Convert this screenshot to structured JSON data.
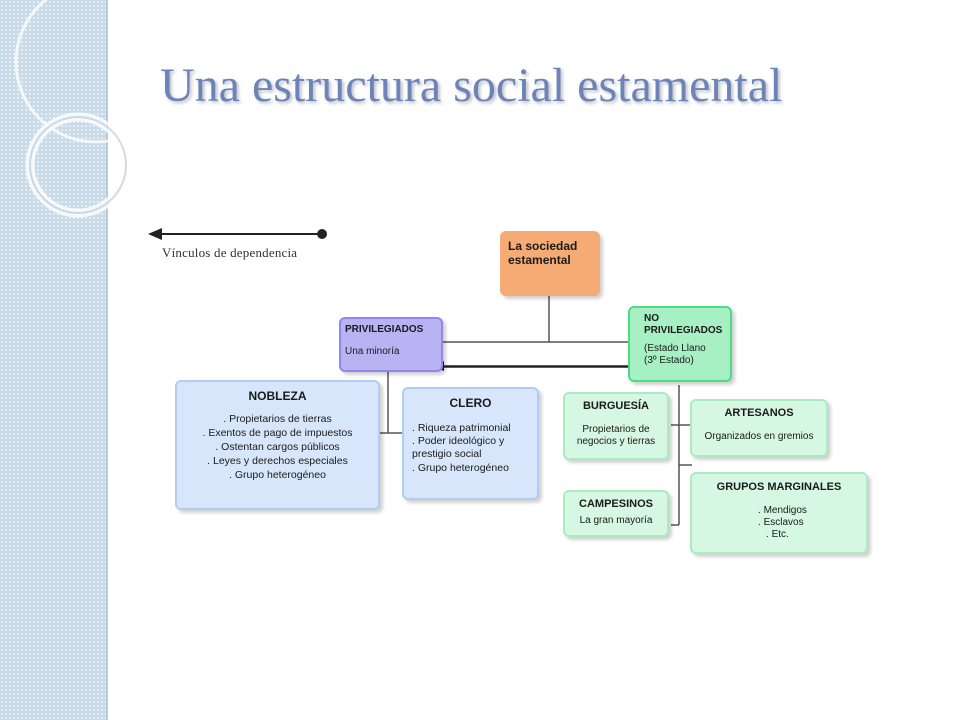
{
  "title": "Una estructura social estamental",
  "legend": {
    "label": "Vínculos de dependencia"
  },
  "root": {
    "title": "La sociedad estamental"
  },
  "privilegiados": {
    "title": "PRIVILEGIADOS",
    "subtitle": "Una minoría"
  },
  "no_privilegiados": {
    "title": "NO PRIVILEGIADOS",
    "subtitle": "(Estado Llano (3º Estado)"
  },
  "nobleza": {
    "title": "NOBLEZA",
    "items": [
      "Propietarios de tierras",
      "Exentos de pago de impuestos",
      "Ostentan cargos públicos",
      "Leyes y derechos especiales",
      "Grupo heterogéneo"
    ]
  },
  "clero": {
    "title": "CLERO",
    "items": [
      "Riqueza patrimonial",
      "Poder ideológico y prestigio social",
      "Grupo heterogéneo"
    ]
  },
  "burguesia": {
    "title": "BURGUESÍA",
    "desc": "Propietarios de negocios y tierras"
  },
  "artesanos": {
    "title": "ARTESANOS",
    "desc": "Organizados en gremios"
  },
  "campesinos": {
    "title": "CAMPESINOS",
    "desc": "La gran mayoría"
  },
  "marginales": {
    "title": "GRUPOS MARGINALES",
    "items": [
      "Mendigos",
      "Esclavos",
      "Etc."
    ]
  },
  "colors": {
    "orange": "#f6ab74",
    "purple": "#b9b3f3",
    "green": "#a6f0c3",
    "blue": "#d8e6fb",
    "mint": "#d6f7e2",
    "title": "#6e84b8"
  }
}
